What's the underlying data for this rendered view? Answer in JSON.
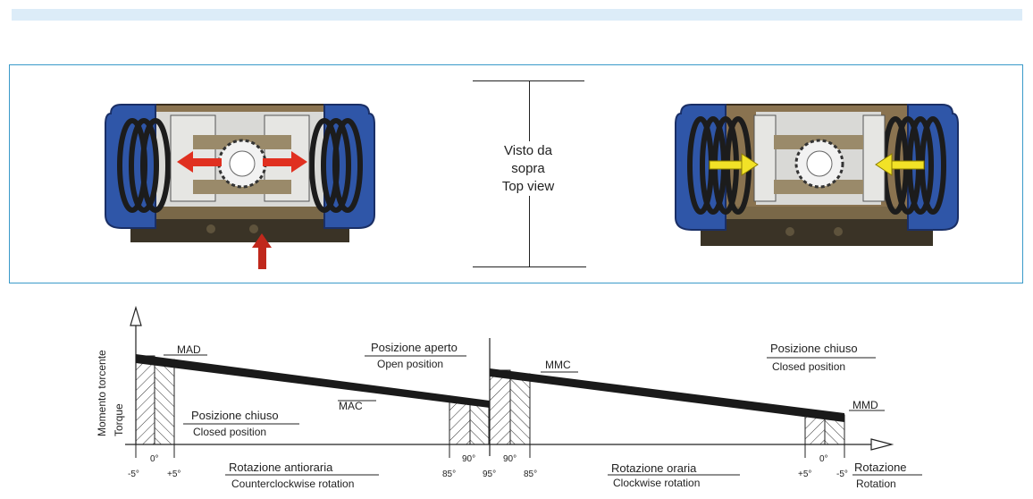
{
  "top_view": {
    "line1": "Visto da",
    "line2": "sopra",
    "line3": "Top view"
  },
  "graph": {
    "yaxis_it": "Momento torcente",
    "yaxis_en": "Torque",
    "labels": {
      "mad": "MAD",
      "mac": "MAC",
      "mmc": "MMC",
      "mmd": "MMD"
    },
    "positions": {
      "closed_left_it": "Posizione chiuso",
      "closed_left_en": "Closed position",
      "open_it": "Posizione aperto",
      "open_en": "Open position",
      "closed_right_it": "Posizione chiuso",
      "closed_right_en": "Closed position"
    },
    "rotations": {
      "ccw_it": "Rotazione antioraria",
      "ccw_en": "Counterclockwise rotation",
      "cw_it": "Rotazione oraria",
      "cw_en": "Clockwise rotation",
      "axis_it": "Rotazione",
      "axis_en": "Rotation"
    },
    "ticks": {
      "m5": "-5°",
      "z1": "0°",
      "p5a": "+5°",
      "d85a": "85°",
      "d90a": "90°",
      "d95": "95°",
      "d90b": "90°",
      "d85b": "85°",
      "p5b": "+5°",
      "z2": "0°",
      "m5b": "-5°"
    }
  },
  "colors": {
    "frame": "#3a9ac9",
    "band": "#dcecf8",
    "cap_blue": "#2f56a8",
    "body_bronze": "#8a7350",
    "arrow_red": "#e03020",
    "arrow_yellow": "#f2e227"
  }
}
